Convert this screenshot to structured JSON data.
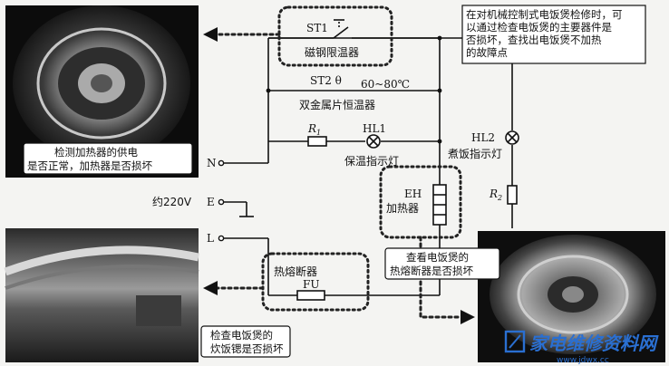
{
  "components": {
    "st1": "ST1",
    "st1_name": "磁钢限温器",
    "st2": "ST2 θ",
    "st2_range": "60~80℃",
    "st2_name": "双金属片恒温器",
    "r1": "R",
    "r1_sub": "1",
    "hl1": "HL1",
    "hl1_name": "保温指示灯",
    "hl2": "HL2",
    "hl2_name": "煮饭指示灯",
    "r2": "R",
    "r2_sub": "2",
    "eh": "EH",
    "eh_name": "加热器",
    "fu_name": "热熔断器",
    "fu": "FU"
  },
  "terminals": {
    "n": "N",
    "e": "E",
    "l": "L",
    "voltage": "约220V"
  },
  "notes": {
    "top_right": [
      "在对机械控制式电饭煲检修时，可",
      "以通过检查电饭煲的主要器件是",
      "否损坏，查找出电饭煲不加热",
      "的故障点"
    ],
    "heater": [
      "检测加热器的供电",
      "是否正常，加热器是否损坏"
    ],
    "fuse": [
      "查看电饭煲的",
      "热熔断器是否损坏"
    ],
    "pot": [
      "检查电饭煲的",
      "炊饭锶是否损坏"
    ]
  },
  "watermark": {
    "brand": "家电维修资料网",
    "url": "www.jdwx.cc"
  },
  "colors": {
    "wire": "#111111",
    "dotted": "#222222",
    "watermark": "#2a6fd1"
  }
}
